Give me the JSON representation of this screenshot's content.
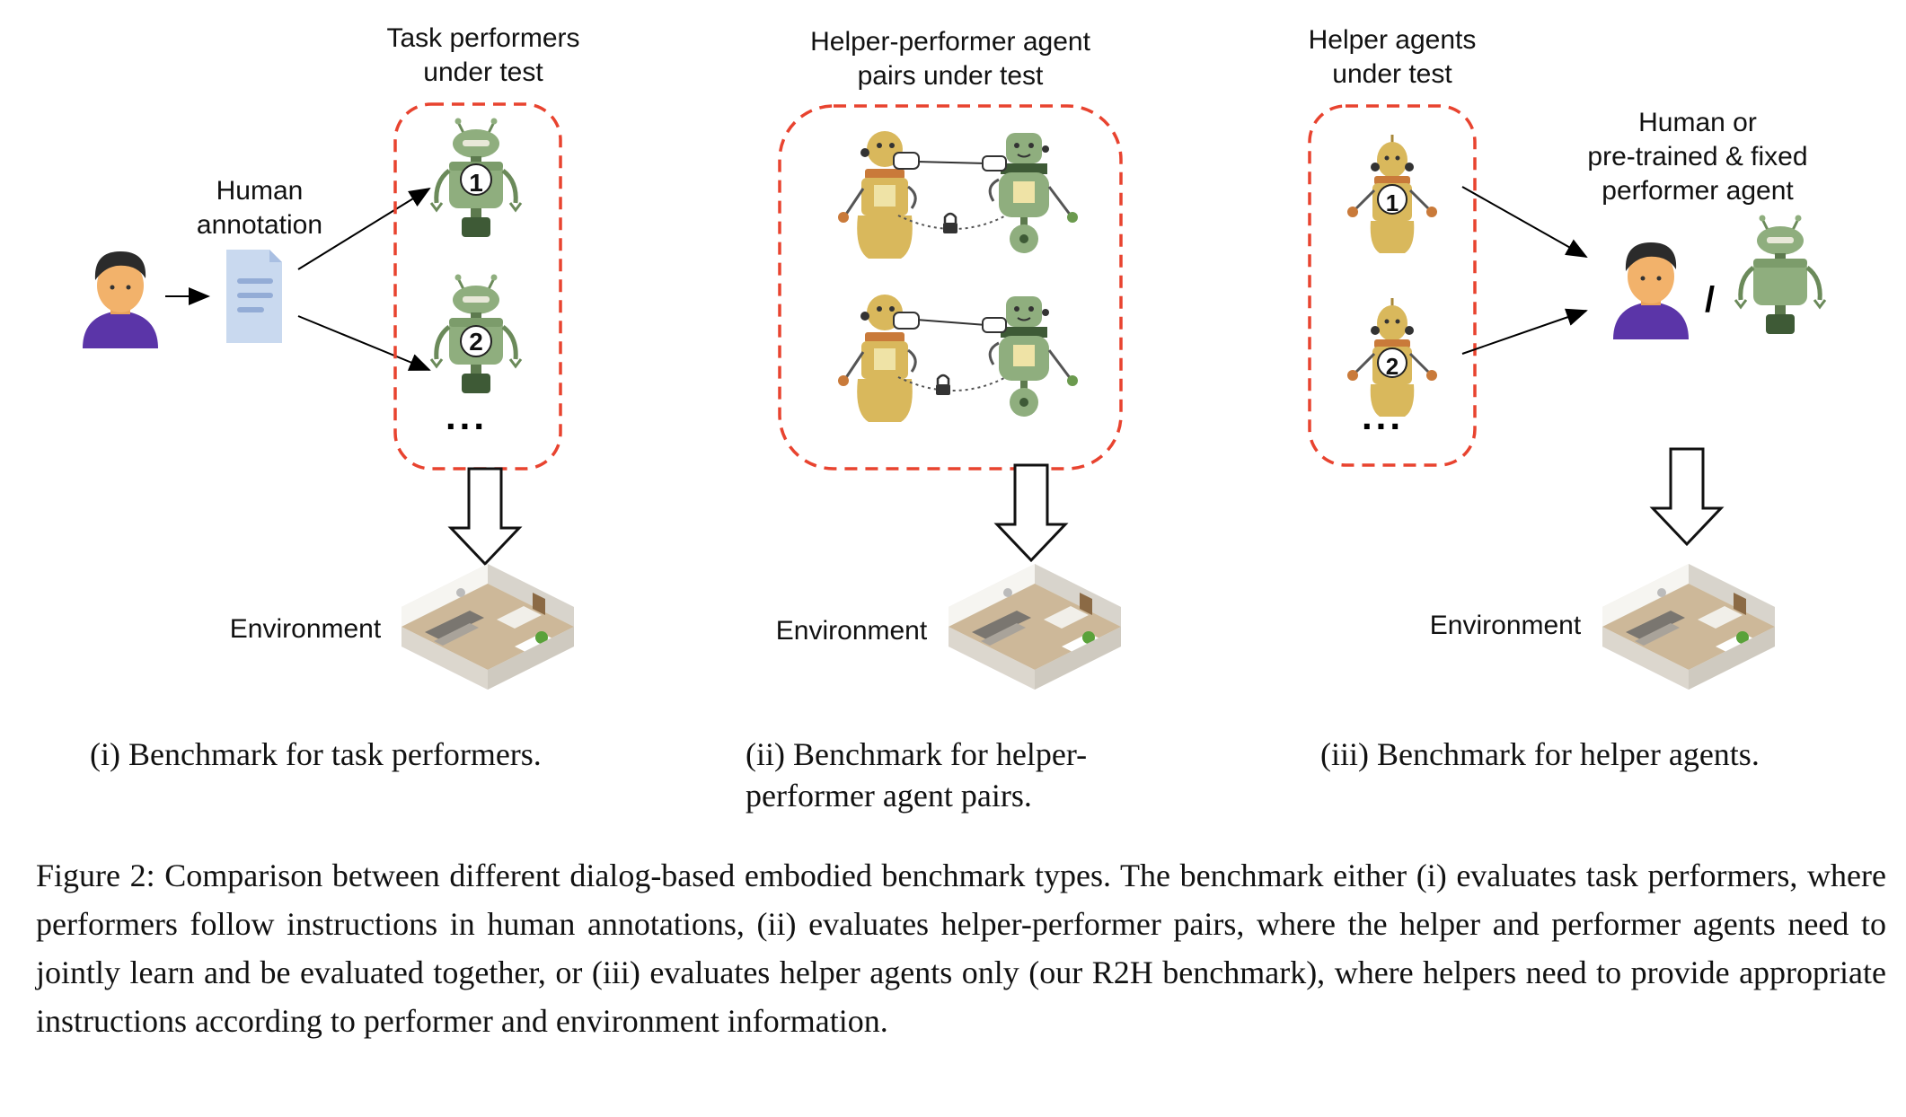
{
  "panel1": {
    "title": "Task performers\nunder test",
    "annotation": "Human\nannotation",
    "robot_numbers": [
      "1",
      "2"
    ],
    "ellipsis": "...",
    "environment": "Environment",
    "subcaption": "(i) Benchmark for task performers."
  },
  "panel2": {
    "title": "Helper-performer agent\npairs under test",
    "environment": "Environment",
    "subcaption_line1": "(ii)  Benchmark  for  helper-",
    "subcaption_line2": "performer agent pairs."
  },
  "panel3": {
    "title": "Helper agents\nunder test",
    "robot_numbers": [
      "1",
      "2"
    ],
    "ellipsis": "...",
    "performer": "Human or\npre-trained & fixed\nperformer agent",
    "slash": "/",
    "environment": "Environment",
    "subcaption": "(iii) Benchmark for helper agents."
  },
  "caption": "Figure 2: Comparison between different dialog-based embodied benchmark types. The benchmark either (i) evaluates task performers, where performers follow instructions in human annotations, (ii) evaluates helper-performer pairs, where the helper and performer agents need to jointly learn and be evaluated together, or (iii) evaluates helper agents only (our R2H benchmark), where helpers need to provide appropriate instructions according to performer and environment information.",
  "colors": {
    "dashed_box": "#e8432f",
    "green_robot": "#8fae7e",
    "yellow_robot": "#d9b85c",
    "person_shirt": "#5b35a8",
    "person_skin": "#f2b26b",
    "document": "#c9d9ef"
  },
  "icons": [
    "person-icon",
    "document-icon",
    "green-robot-icon",
    "yellow-robot-icon",
    "room-icon",
    "lock-icon",
    "tin-can-phone-icon",
    "down-arrow-icon"
  ]
}
